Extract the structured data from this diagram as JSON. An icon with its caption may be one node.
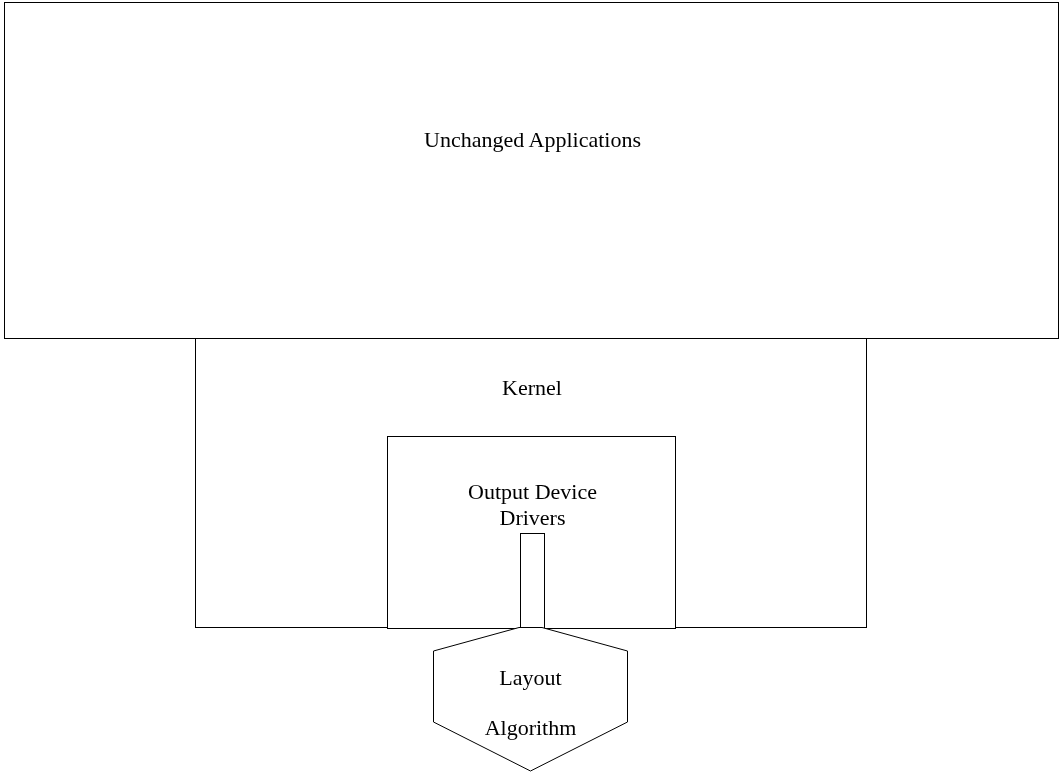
{
  "diagram": {
    "nodes": [
      {
        "text": [
          "Unchanged Applications"
        ]
      },
      {
        "text": [
          "Kernel"
        ]
      },
      {
        "text": [
          "Output Device Drivers"
        ],
        "in": 1
      },
      {
        "text": [],
        "shape": "bar",
        "in": 2
      },
      {
        "text": [
          "Layout Algorithm"
        ]
      }
    ]
  }
}
